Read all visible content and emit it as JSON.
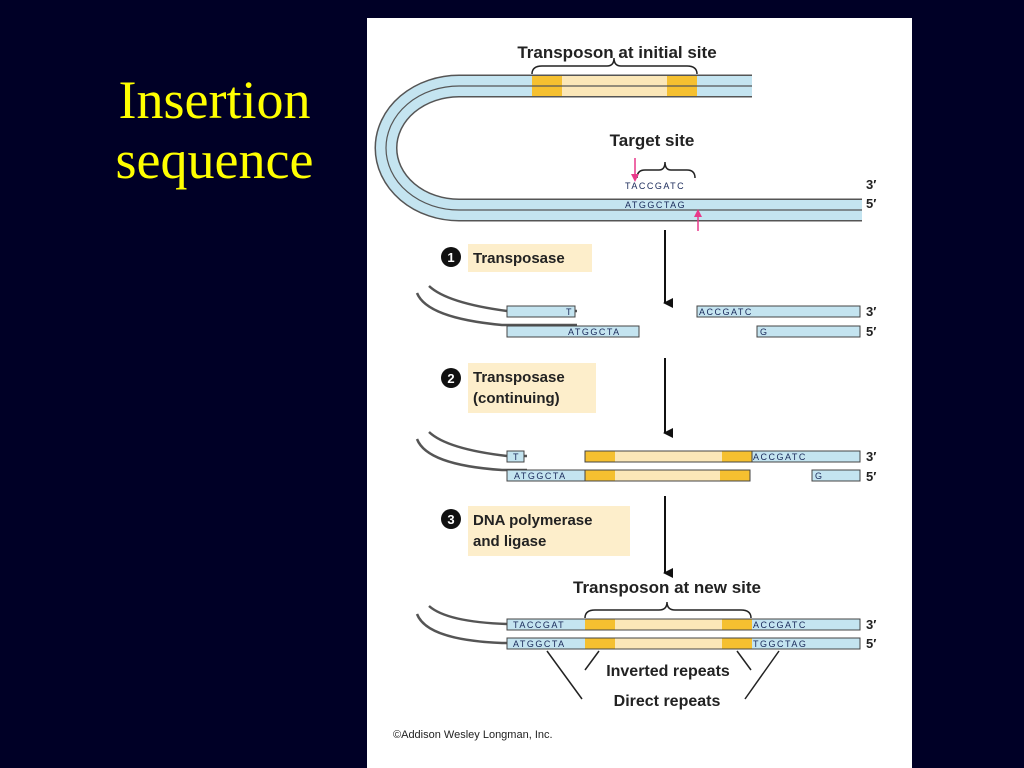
{
  "slide": {
    "title_line1": "Insertion",
    "title_line2": "sequence"
  },
  "figure": {
    "label_transposon_initial": "Transposon at initial site",
    "label_target_site": "Target site",
    "target_top_seq": "TACCGATC",
    "target_bottom_seq": "ATGGCTAG",
    "end_3prime": "3′",
    "end_5prime": "5′",
    "steps": [
      {
        "number": "1",
        "lines": [
          "Transposase"
        ]
      },
      {
        "number": "2",
        "lines": [
          "Transposase",
          "(continuing)"
        ]
      },
      {
        "number": "3",
        "lines": [
          "DNA polymerase",
          "and ligase"
        ]
      }
    ],
    "step1": {
      "top_left": "T",
      "bottom_left": "ATGGCTA",
      "top_right": "ACCGATC",
      "bottom_right": "G"
    },
    "step2": {
      "top_left": "T",
      "bottom_left": "ATGGCTA",
      "top_right": "ACCGATC",
      "bottom_right": "G"
    },
    "final": {
      "label_transposon_new": "Transposon at new site",
      "top_left": "TACCGAT",
      "bottom_left": "ATGGCTA",
      "top_right": "ACCGATC",
      "bottom_right": "TGGCTAG",
      "label_inverted_repeats": "Inverted repeats",
      "label_direct_repeats": "Direct repeats"
    },
    "copyright": "©Addison Wesley Longman, Inc.",
    "colors": {
      "dna_blue": "#c4e4f0",
      "transposon_light": "#fbe7b8",
      "inverted_repeat_gold": "#f5c030",
      "step_box": "#fdeecb",
      "marker_pink": "#e8398a"
    }
  }
}
